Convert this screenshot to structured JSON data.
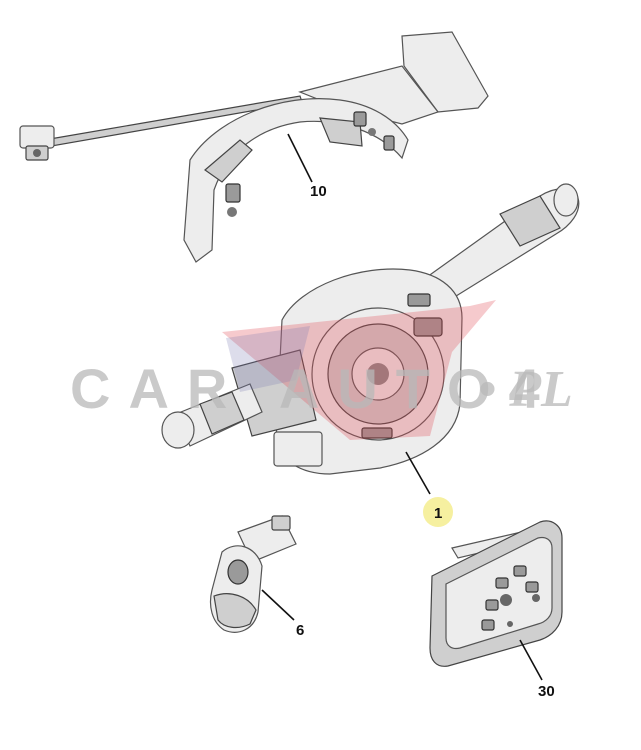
{
  "callouts": {
    "harness_bracket": "10",
    "switch_assembly": "1",
    "lever_switch": "6",
    "control_panel": "30"
  },
  "watermark": {
    "brand": "CAR AUTO4",
    "suffix": "• PL"
  },
  "colors": {
    "highlight_callout": "#f6f0a0",
    "watermark_red": "#e0505a",
    "watermark_gray": "#b9b9b9"
  }
}
